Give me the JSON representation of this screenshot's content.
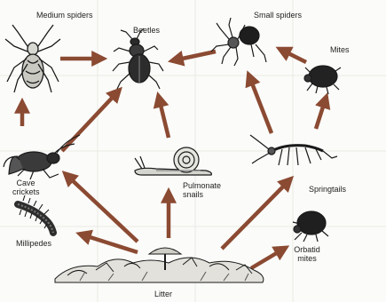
{
  "labels": {
    "medium_spiders": "Medium spiders",
    "beetles": "Beetles",
    "small_spiders": "Small spiders",
    "mites": "Mites",
    "cave_crickets_1": "Cave",
    "cave_crickets_2": "crickets",
    "pulmonate_snails_1": "Pulmonate",
    "pulmonate_snails_2": "snails",
    "springtails": "Springtails",
    "millipedes": "Millipedes",
    "orbatid_mites_1": "Orbatid",
    "orbatid_mites_2": "mites",
    "litter": "Litter"
  },
  "colors": {
    "arrow": "#8b4a32",
    "ink": "#1a1a1a",
    "background": "#fbfbf9"
  },
  "icons": [
    "medium-spider-icon",
    "beetle-icon",
    "small-spider-icon",
    "mite-icon",
    "cave-cricket-icon",
    "snail-icon",
    "springtail-icon",
    "millipede-icon",
    "orbatid-mite-icon",
    "litter-icon"
  ]
}
